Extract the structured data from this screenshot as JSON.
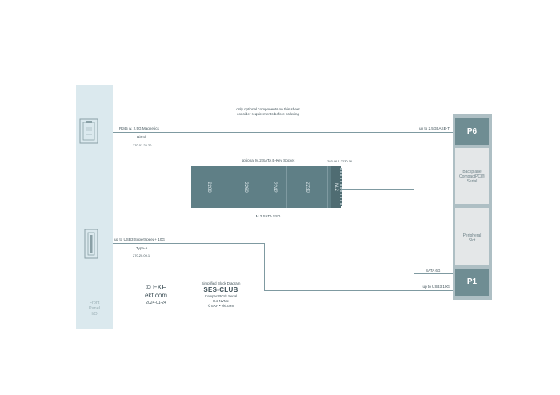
{
  "note": {
    "line1": "only optional components on this sheet",
    "line2": "consider requirements before ordering"
  },
  "front_panel": {
    "label": "Front\nPanel\nI/O"
  },
  "rj45": {
    "label": "RJ45 w. 2.5G Magnetics",
    "vendor": "HiRol",
    "part": "270.01.25.20"
  },
  "usb": {
    "label": "up to USB3 SuperSpeed+ 10G",
    "type": "Type-A",
    "part": "270.20.09.1"
  },
  "m2": {
    "title": "optional M.2 SATA B-Key Socket",
    "part": "293.06.1.2230.16",
    "sizes": [
      "2280",
      "2260",
      "2242",
      "2230"
    ],
    "key_label": "M.2",
    "caption": "M.2 SATA SSD"
  },
  "backplane": {
    "p6": "P6",
    "p1": "P1",
    "slot1": "Backplane\nCompactPCI®\nSerial",
    "slot2": "Peripheral\nSlot",
    "p6_signal": "up to 2.5GBASE-T",
    "sata_signal": "SATA 6G",
    "usb_signal": "up to USB3 10G"
  },
  "brand": {
    "copyright": "© EKF",
    "url": "ekf.com",
    "date": "2024-01-24"
  },
  "block": {
    "title": "Simplified Block Diagram",
    "name": "SES-CLUB",
    "line1": "CompactPCI® Serial",
    "line2": "U.2 NVMe",
    "line3": "© EKF • ekf.com"
  }
}
